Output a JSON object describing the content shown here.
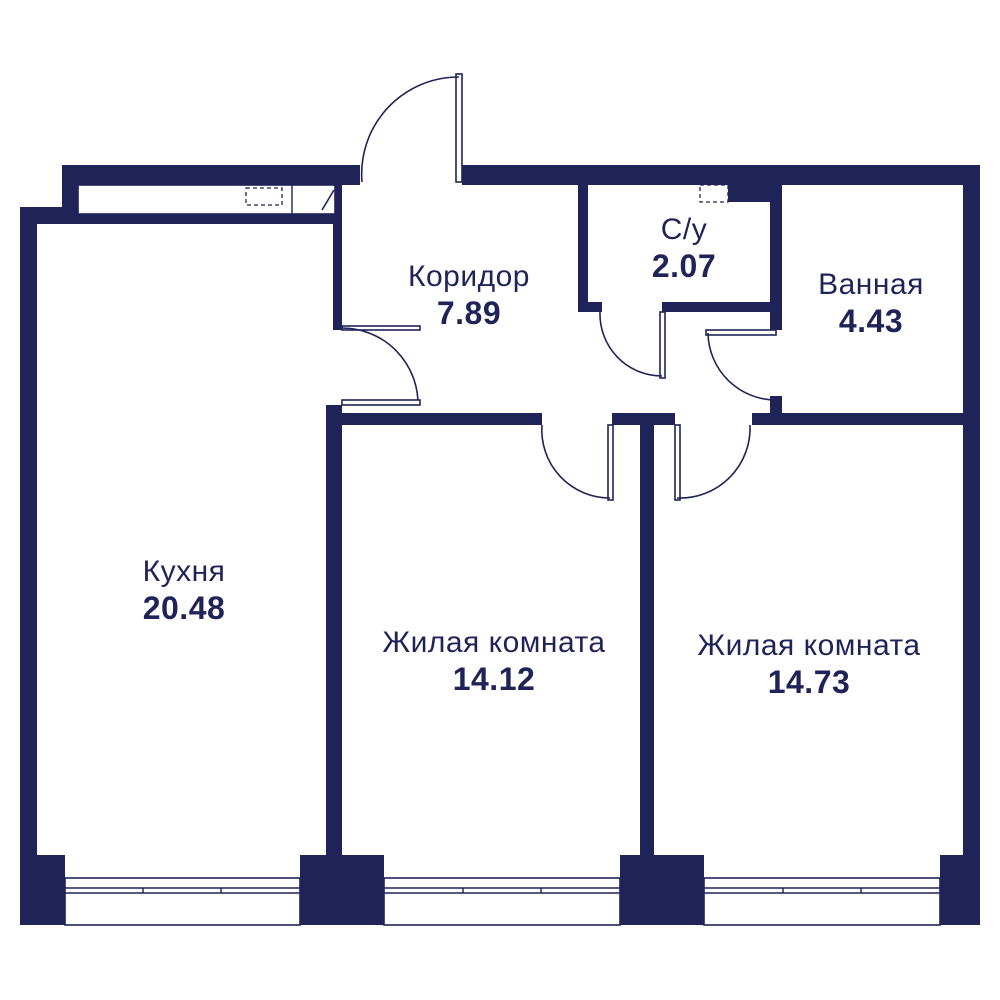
{
  "colors": {
    "wall": "#1f2358",
    "background": "#ffffff"
  },
  "rooms": {
    "kitchen": {
      "name": "Кухня",
      "area": "20.48"
    },
    "corridor": {
      "name": "Коридор",
      "area": "7.89"
    },
    "wc": {
      "name": "С/у",
      "area": "2.07"
    },
    "bathroom": {
      "name": "Ванная",
      "area": "4.43"
    },
    "living1": {
      "name": "Жилая комната",
      "area": "14.12"
    },
    "living2": {
      "name": "Жилая комната",
      "area": "14.73"
    }
  }
}
